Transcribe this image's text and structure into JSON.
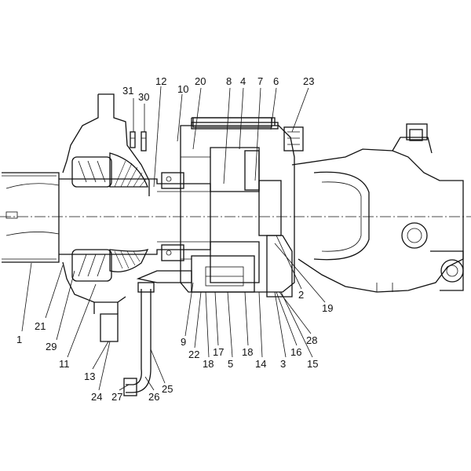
{
  "diagram": {
    "callouts": [
      {
        "id": "c1",
        "label": "1"
      },
      {
        "id": "c2",
        "label": "2"
      },
      {
        "id": "c3",
        "label": "3"
      },
      {
        "id": "c4",
        "label": "4"
      },
      {
        "id": "c5",
        "label": "5"
      },
      {
        "id": "c6",
        "label": "6"
      },
      {
        "id": "c7",
        "label": "7"
      },
      {
        "id": "c8",
        "label": "8"
      },
      {
        "id": "c9",
        "label": "9"
      },
      {
        "id": "c10",
        "label": "10"
      },
      {
        "id": "c11",
        "label": "11"
      },
      {
        "id": "c12",
        "label": "12"
      },
      {
        "id": "c13",
        "label": "13"
      },
      {
        "id": "c14",
        "label": "14"
      },
      {
        "id": "c15",
        "label": "15"
      },
      {
        "id": "c16",
        "label": "16"
      },
      {
        "id": "c17",
        "label": "17"
      },
      {
        "id": "c18a",
        "label": "18"
      },
      {
        "id": "c18b",
        "label": "18"
      },
      {
        "id": "c19",
        "label": "19"
      },
      {
        "id": "c20",
        "label": "20"
      },
      {
        "id": "c21",
        "label": "21"
      },
      {
        "id": "c22",
        "label": "22"
      },
      {
        "id": "c23",
        "label": "23"
      },
      {
        "id": "c24",
        "label": "24"
      },
      {
        "id": "c25",
        "label": "25"
      },
      {
        "id": "c26",
        "label": "26"
      },
      {
        "id": "c27",
        "label": "27"
      },
      {
        "id": "c28",
        "label": "28"
      },
      {
        "id": "c29",
        "label": "29"
      },
      {
        "id": "c30",
        "label": "30"
      },
      {
        "id": "c31",
        "label": "31"
      }
    ]
  }
}
